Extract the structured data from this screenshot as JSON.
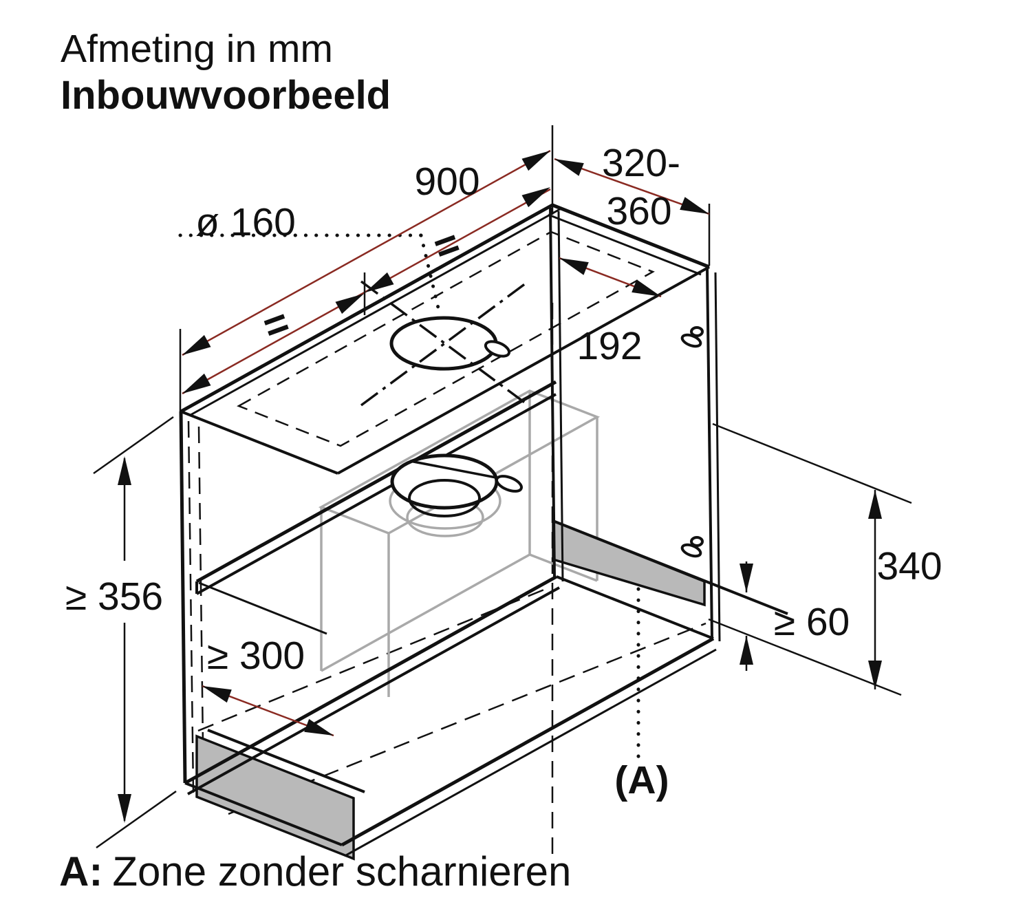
{
  "title": {
    "line1": "Afmeting in mm",
    "line2": "Inbouwvoorbeeld"
  },
  "caption": {
    "label": "A:",
    "text": "Zone zonder scharnieren"
  },
  "dimensions": {
    "hole_diameter": "ø 160",
    "width": "900",
    "depth_line1": "320-",
    "depth_line2": "360",
    "top_offset": "192",
    "min_height": "≥ 356",
    "min_depth_clearance": "≥ 300",
    "side_height": "340",
    "min_gap": "≥ 60",
    "zone_ref": "(A)",
    "equal_sign": "="
  },
  "colors": {
    "line": "#111111",
    "dimension_accent": "#8a2a22",
    "zone_fill": "#b9b9b9",
    "ghost_gray": "#a9a9a9",
    "background": "#ffffff"
  }
}
